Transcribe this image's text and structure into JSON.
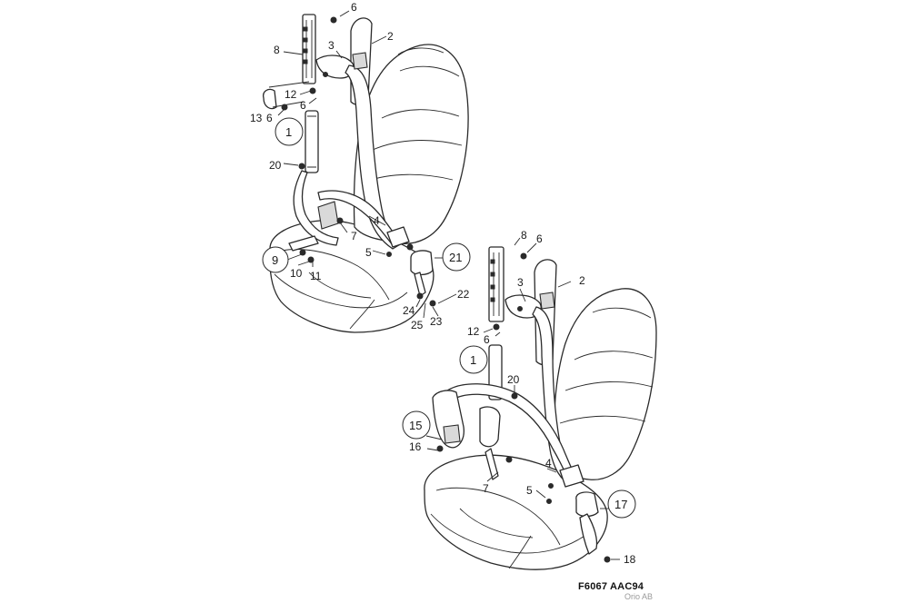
{
  "caption": "F6067 AAC94",
  "watermark": "Orio AB",
  "upper": {
    "labels": {
      "l6a": "6",
      "l2": "2",
      "l8": "8",
      "l3": "3",
      "l12": "12",
      "l6b": "6",
      "l13": "13",
      "l6c": "6",
      "l1": "1",
      "l20": "20",
      "l4": "4",
      "l7": "7",
      "l5": "5",
      "l9": "9",
      "l10": "10",
      "l11": "11",
      "l21": "21",
      "l22": "22",
      "l24": "24",
      "l23": "23",
      "l25": "25"
    }
  },
  "lower": {
    "labels": {
      "l8": "8",
      "l6a": "6",
      "l2": "2",
      "l3": "3",
      "l12": "12",
      "l6b": "6",
      "l1": "1",
      "l20": "20",
      "l15": "15",
      "l16": "16",
      "l4": "4",
      "l7": "7",
      "l5": "5",
      "l17": "17",
      "l18": "18"
    }
  }
}
